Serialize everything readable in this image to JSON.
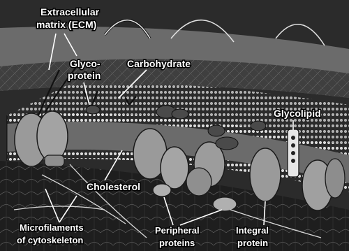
{
  "labels": {
    "ecm_line1": "Extracellular",
    "ecm_line2": "matrix (ECM)",
    "glycoprotein_line1": "Glyco-",
    "glycoprotein_line2": "protein",
    "carbohydrate": "Carbohydrate",
    "glycolipid": "Glycolipid",
    "cholesterol": "Cholesterol",
    "microfilaments_line1": "Microfilaments",
    "microfilaments_line2": "of cytoskeleton",
    "peripheral_line1": "Peripheral",
    "peripheral_line2": "proteins",
    "integral_line1": "Integral",
    "integral_line2": "protein"
  },
  "colors": {
    "background": "#2b2b2b",
    "membrane_heads": "#d9d9d9",
    "protein_fill": "#9a9a9a",
    "protein_stroke": "#1a1a1a",
    "label_text": "#ffffff"
  }
}
